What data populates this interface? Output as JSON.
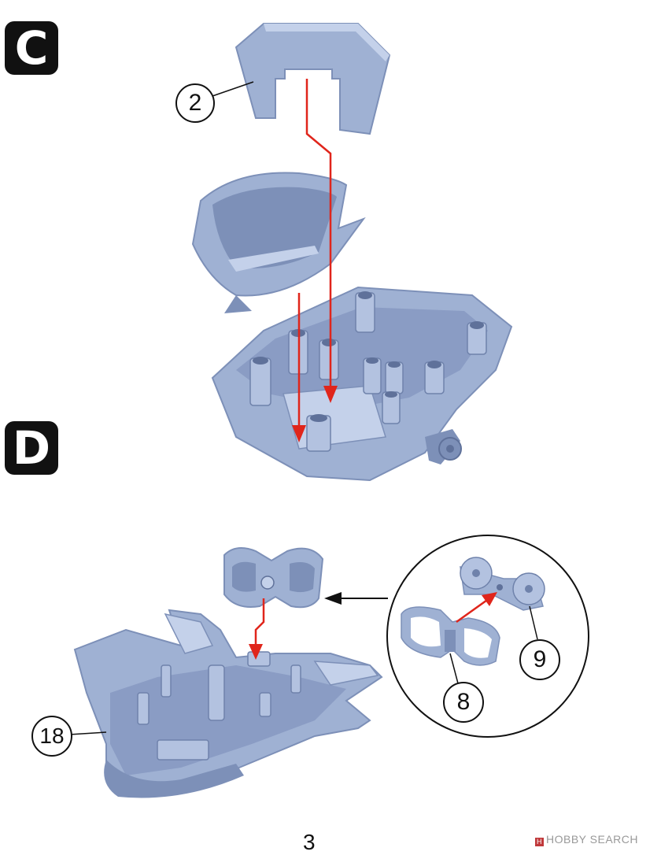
{
  "steps": {
    "c": "C",
    "d": "D"
  },
  "callouts": {
    "part2": "2",
    "part18": "18",
    "part9": "9",
    "part8": "8"
  },
  "footer": {
    "page_number": "3",
    "watermark": "HOBBY SEARCH"
  },
  "colors": {
    "part_fill": "#9fb1d3",
    "part_shade": "#7d90b8",
    "part_light": "#c4d1ea",
    "arrow_red": "#e0251b",
    "badge": "#111111"
  }
}
